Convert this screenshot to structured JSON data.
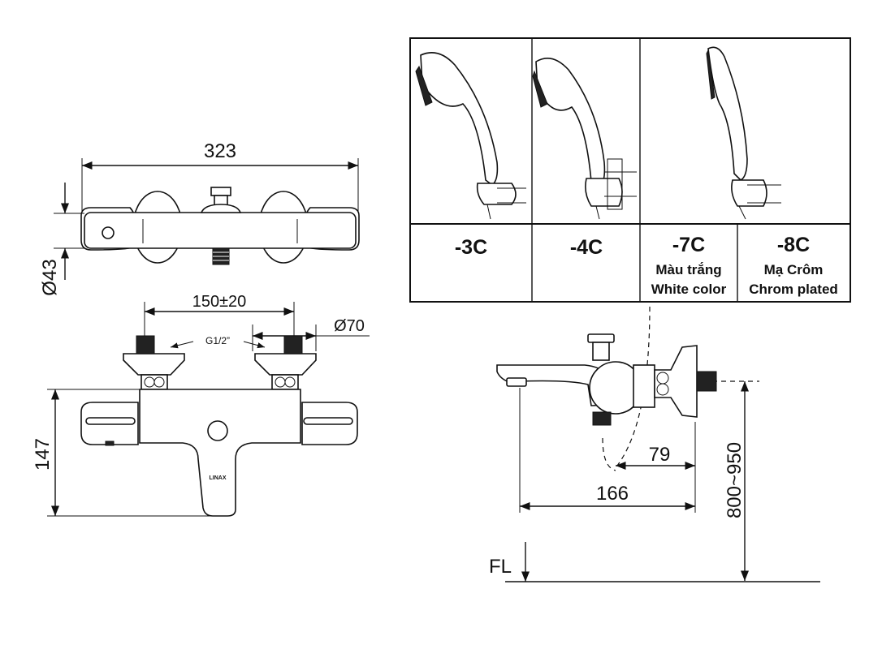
{
  "dimensions": {
    "overall_width": "323",
    "body_diameter": "Ø43",
    "inlet_spacing": "150±20",
    "thread": "G1/2”",
    "flange_diameter": "Ø70",
    "height": "147",
    "projection_handshower": "79",
    "projection_spout": "166",
    "mount_height": "800~950",
    "floor_label": "FL"
  },
  "brand_mark": "LINAX",
  "options": [
    {
      "code": "-3C",
      "line1": "",
      "line2": ""
    },
    {
      "code": "-4C",
      "line1": "",
      "line2": ""
    },
    {
      "code": "-7C",
      "line1": "Màu trắng",
      "line2": "White color"
    },
    {
      "code": "-8C",
      "line1": "Mạ Crôm",
      "line2": "Chrom plated"
    }
  ]
}
